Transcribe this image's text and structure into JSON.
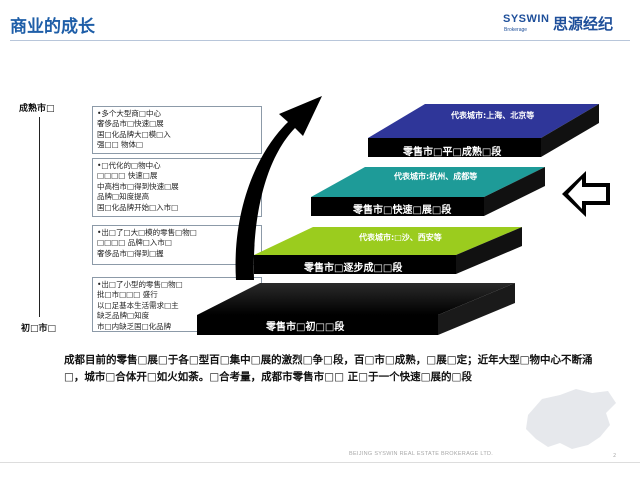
{
  "header": {
    "title": "商业的成长",
    "logo_main": "SYSWIN",
    "logo_sub": "Brokerage",
    "logo_cn": "思源经纪"
  },
  "axis": {
    "top_label": "成熟市□",
    "bottom_label": "初□市□"
  },
  "boxes": [
    {
      "bullets": [
        "•多个大型商□中心",
        "奢侈品市□快速□展",
        "国□化品牌大□模□入",
        "强□□ 物体□"
      ]
    },
    {
      "bullets": [
        "•□代化的□物中心",
        "□□□□ 快速□展",
        "中高档市□得到快速□展",
        "品牌□知度提高",
        "国□化品牌开始□入市□"
      ]
    },
    {
      "bullets": [
        "•出□了□大□模的零售□物□",
        "□□□□ 品牌□入市□",
        "奢侈品市□得到□握"
      ]
    },
    {
      "bullets": [
        "•出□了小型的零售□物□",
        "批□市□□□ 盛行",
        "以□足基本生活需求□主",
        "缺乏品牌□知度",
        "市□内缺乏国□化品牌"
      ]
    }
  ],
  "steps": [
    {
      "stage": "零售市□平□成熟□段",
      "cities": "代表城市:上海、北京等",
      "color": "#2f3699"
    },
    {
      "stage": "零售市□快速□展□段",
      "cities": "代表城市:杭州、成都等",
      "color": "#1e9b98"
    },
    {
      "stage": "零售市□逐步成□□段",
      "cities": "代表城市:□沙、西安等",
      "color": "#9bcc1e"
    },
    {
      "stage": "零售市□初□□段",
      "cities": "",
      "color": "#111111"
    }
  ],
  "conclusion": "成都目前的零售□展□于各□型百□集中□展的激烈□争□段，百□市□成熟，□展□定；近年大型□物中心不断涌□，城市□合体开□如火如荼。□合考量，成都市零售市□□ 正□于一个快速□展的□段",
  "footer": {
    "text": "BEIJING SYSWIN REAL ESTATE BROKERAGE LTD.",
    "page": "2"
  }
}
